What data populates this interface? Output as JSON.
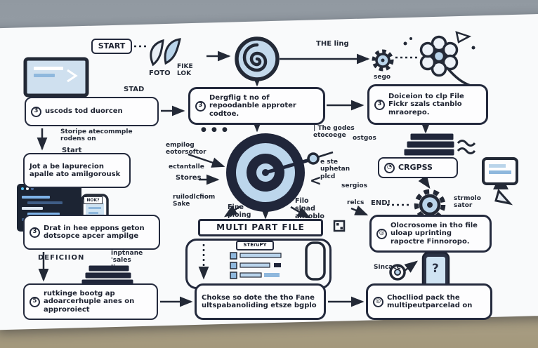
{
  "palette": {
    "ink": "#232936",
    "accent": "#b9d4ea",
    "paper": "#f9fafb"
  },
  "labels": {
    "start": "START",
    "foto": "FOTO",
    "fike_lok": "FIKE LOK",
    "the_ling": "THE ling",
    "sego": "sego",
    "stad": "STAD",
    "storipe": "Storipe atecommple rodens on",
    "start2": "Start",
    "empilog": "empilog eotorsoftor",
    "ectantalle": "ectantalle",
    "dots": "● ● ●",
    "godes": "| The godes etocoege",
    "ostgos": "ostgos",
    "stores": "Stores",
    "ruilod": "ruilodlcfiom Sake",
    "fine_ploing": "Fine ploing",
    "filo_slnad": "Filo slnad ancoblo",
    "uphetan": "e ste uphetan plcd",
    "sergios": "sergios",
    "chevron": "<",
    "relcs": "relcs",
    "end": "END!",
    "strmolo": "strmolo sator",
    "deficiion": "DEFICIION",
    "inptnane": "inptnane 'sales ligge",
    "nok": "NOK?",
    "multi_part": "MULTI PART FILE",
    "sterupy": "STEruPY",
    "sincace": "Sincace",
    "question": "?"
  },
  "boxes": {
    "uscods": {
      "badge": "3",
      "text": "uscods tod duorcen"
    },
    "dergflig": {
      "badge": "3",
      "text": "Dergflig t no of repoodanble approter codtoe."
    },
    "doiceion": {
      "badge": "3",
      "text": "Doiceion to clp File Fickr szals ctanblo mraorepo."
    },
    "jot": {
      "text": "Jot a be lapurecion apalle ato amilgorousk"
    },
    "crgpss": {
      "badge": "◔",
      "text": "CRGPSS"
    },
    "olocrosome": {
      "badge": "◎",
      "text": "Olocrosome in tho file uloap uprinting rapoctre Finnoropo."
    },
    "drat": {
      "badge": "3",
      "text": "Drat in hee eppons geton dotsopce apcer ampilge"
    },
    "rutkinge": {
      "badge": "5",
      "text": "rutkinge bootg ap adoarcerhuple anes on approroiect"
    },
    "chokse": {
      "text": "Chokse so dote the tho Fane ultspabanoliding etsze bgplo"
    },
    "choclliod": {
      "badge": "◎",
      "text": "Choclliod pack the multipeutparcelad on"
    }
  }
}
